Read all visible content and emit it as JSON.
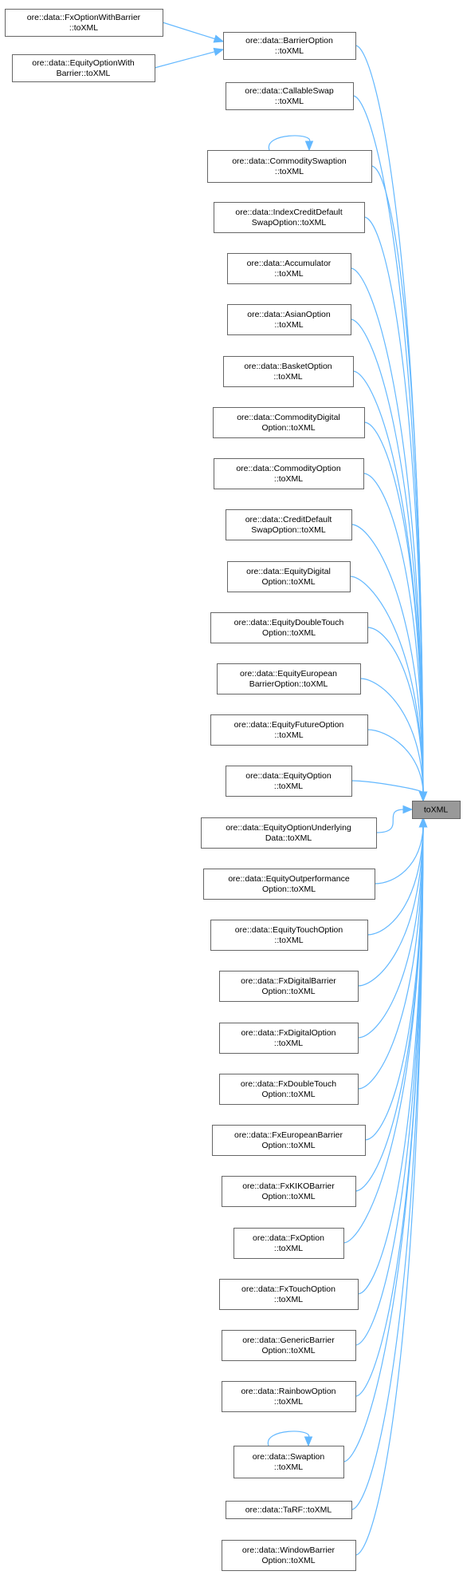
{
  "target": {
    "label": "toXML"
  },
  "callers": [
    {
      "id": "fx-option-with-barrier",
      "lines": [
        "ore::data::FxOptionWithBarrier",
        "::toXML"
      ]
    },
    {
      "id": "equity-option-with-barrier",
      "lines": [
        "ore::data::EquityOptionWith",
        "Barrier::toXML"
      ]
    },
    {
      "id": "barrier-option",
      "lines": [
        "ore::data::BarrierOption",
        "::toXML"
      ]
    },
    {
      "id": "callable-swap",
      "lines": [
        "ore::data::CallableSwap",
        "::toXML"
      ]
    },
    {
      "id": "commodity-swaption",
      "lines": [
        "ore::data::CommoditySwaption",
        "::toXML"
      ]
    },
    {
      "id": "index-credit-default-swap-option",
      "lines": [
        "ore::data::IndexCreditDefault",
        "SwapOption::toXML"
      ]
    },
    {
      "id": "accumulator",
      "lines": [
        "ore::data::Accumulator",
        "::toXML"
      ]
    },
    {
      "id": "asian-option",
      "lines": [
        "ore::data::AsianOption",
        "::toXML"
      ]
    },
    {
      "id": "basket-option",
      "lines": [
        "ore::data::BasketOption",
        "::toXML"
      ]
    },
    {
      "id": "commodity-digital-option",
      "lines": [
        "ore::data::CommodityDigital",
        "Option::toXML"
      ]
    },
    {
      "id": "commodity-option",
      "lines": [
        "ore::data::CommodityOption",
        "::toXML"
      ]
    },
    {
      "id": "credit-default-swap-option",
      "lines": [
        "ore::data::CreditDefault",
        "SwapOption::toXML"
      ]
    },
    {
      "id": "equity-digital-option",
      "lines": [
        "ore::data::EquityDigital",
        "Option::toXML"
      ]
    },
    {
      "id": "equity-double-touch-option",
      "lines": [
        "ore::data::EquityDoubleTouch",
        "Option::toXML"
      ]
    },
    {
      "id": "equity-european-barrier-option",
      "lines": [
        "ore::data::EquityEuropean",
        "BarrierOption::toXML"
      ]
    },
    {
      "id": "equity-future-option",
      "lines": [
        "ore::data::EquityFutureOption",
        "::toXML"
      ]
    },
    {
      "id": "equity-option",
      "lines": [
        "ore::data::EquityOption",
        "::toXML"
      ]
    },
    {
      "id": "equity-option-underlying-data",
      "lines": [
        "ore::data::EquityOptionUnderlying",
        "Data::toXML"
      ]
    },
    {
      "id": "equity-outperformance-option",
      "lines": [
        "ore::data::EquityOutperformance",
        "Option::toXML"
      ]
    },
    {
      "id": "equity-touch-option",
      "lines": [
        "ore::data::EquityTouchOption",
        "::toXML"
      ]
    },
    {
      "id": "fx-digital-barrier-option",
      "lines": [
        "ore::data::FxDigitalBarrier",
        "Option::toXML"
      ]
    },
    {
      "id": "fx-digital-option",
      "lines": [
        "ore::data::FxDigitalOption",
        "::toXML"
      ]
    },
    {
      "id": "fx-double-touch-option",
      "lines": [
        "ore::data::FxDoubleTouch",
        "Option::toXML"
      ]
    },
    {
      "id": "fx-european-barrier-option",
      "lines": [
        "ore::data::FxEuropeanBarrier",
        "Option::toXML"
      ]
    },
    {
      "id": "fx-kiko-barrier-option",
      "lines": [
        "ore::data::FxKIKOBarrier",
        "Option::toXML"
      ]
    },
    {
      "id": "fx-option",
      "lines": [
        "ore::data::FxOption",
        "::toXML"
      ]
    },
    {
      "id": "fx-touch-option",
      "lines": [
        "ore::data::FxTouchOption",
        "::toXML"
      ]
    },
    {
      "id": "generic-barrier-option",
      "lines": [
        "ore::data::GenericBarrier",
        "Option::toXML"
      ]
    },
    {
      "id": "rainbow-option",
      "lines": [
        "ore::data::RainbowOption",
        "::toXML"
      ]
    },
    {
      "id": "swaption",
      "lines": [
        "ore::data::Swaption",
        "::toXML"
      ]
    },
    {
      "id": "tarf",
      "lines": [
        "ore::data::TaRF::toXML"
      ]
    },
    {
      "id": "window-barrier-option",
      "lines": [
        "ore::data::WindowBarrier",
        "Option::toXML"
      ]
    }
  ],
  "edges": [
    {
      "from": "fx-option-with-barrier",
      "to": "barrier-option"
    },
    {
      "from": "equity-option-with-barrier",
      "to": "barrier-option"
    },
    {
      "from": "commodity-swaption",
      "to": "commodity-swaption"
    },
    {
      "from": "swaption",
      "to": "swaption"
    },
    {
      "from": "barrier-option",
      "to": "target"
    },
    {
      "from": "callable-swap",
      "to": "target"
    },
    {
      "from": "commodity-swaption",
      "to": "target"
    },
    {
      "from": "index-credit-default-swap-option",
      "to": "target"
    },
    {
      "from": "accumulator",
      "to": "target"
    },
    {
      "from": "asian-option",
      "to": "target"
    },
    {
      "from": "basket-option",
      "to": "target"
    },
    {
      "from": "commodity-digital-option",
      "to": "target"
    },
    {
      "from": "commodity-option",
      "to": "target"
    },
    {
      "from": "credit-default-swap-option",
      "to": "target"
    },
    {
      "from": "equity-digital-option",
      "to": "target"
    },
    {
      "from": "equity-double-touch-option",
      "to": "target"
    },
    {
      "from": "equity-european-barrier-option",
      "to": "target"
    },
    {
      "from": "equity-future-option",
      "to": "target"
    },
    {
      "from": "equity-option",
      "to": "target"
    },
    {
      "from": "equity-option-underlying-data",
      "to": "target"
    },
    {
      "from": "equity-outperformance-option",
      "to": "target"
    },
    {
      "from": "equity-touch-option",
      "to": "target"
    },
    {
      "from": "fx-digital-barrier-option",
      "to": "target"
    },
    {
      "from": "fx-digital-option",
      "to": "target"
    },
    {
      "from": "fx-double-touch-option",
      "to": "target"
    },
    {
      "from": "fx-european-barrier-option",
      "to": "target"
    },
    {
      "from": "fx-kiko-barrier-option",
      "to": "target"
    },
    {
      "from": "fx-option",
      "to": "target"
    },
    {
      "from": "fx-touch-option",
      "to": "target"
    },
    {
      "from": "generic-barrier-option",
      "to": "target"
    },
    {
      "from": "rainbow-option",
      "to": "target"
    },
    {
      "from": "swaption",
      "to": "target"
    },
    {
      "from": "tarf",
      "to": "target"
    },
    {
      "from": "window-barrier-option",
      "to": "target"
    }
  ],
  "colors": {
    "edge": "#63b8ff",
    "target_fill": "#999999",
    "node_border": "#666666"
  }
}
